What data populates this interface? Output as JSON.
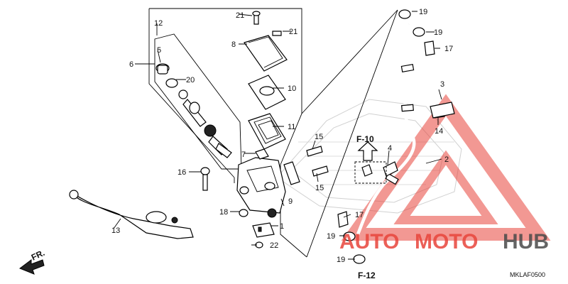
{
  "callouts": {
    "c1": "1",
    "c2": "2",
    "c3": "3",
    "c4": "4",
    "c5": "5",
    "c6": "6",
    "c7": "7",
    "c8": "8",
    "c9": "9",
    "c10": "10",
    "c11": "11",
    "c12": "12",
    "c13": "13",
    "c14": "14",
    "c15a": "15",
    "c15b": "15",
    "c16": "16",
    "c17a": "17",
    "c17b": "17",
    "c18": "18",
    "c19a": "19",
    "c19b": "19",
    "c19c": "19",
    "c19d": "19",
    "c20": "20",
    "c21a": "21",
    "c21b": "21",
    "c22": "22"
  },
  "references": {
    "f10": "F-10",
    "f12": "F-12",
    "front": "FR."
  },
  "diagram_code": "MKLAF0500",
  "watermark": {
    "auto": "AUTO",
    "moto": "MOTO",
    "hub": "HUB",
    "auto_color": "#e8453c",
    "moto_color": "#e8453c",
    "hub_color": "#4a4a4a",
    "triangle_color": "#e8453c"
  }
}
